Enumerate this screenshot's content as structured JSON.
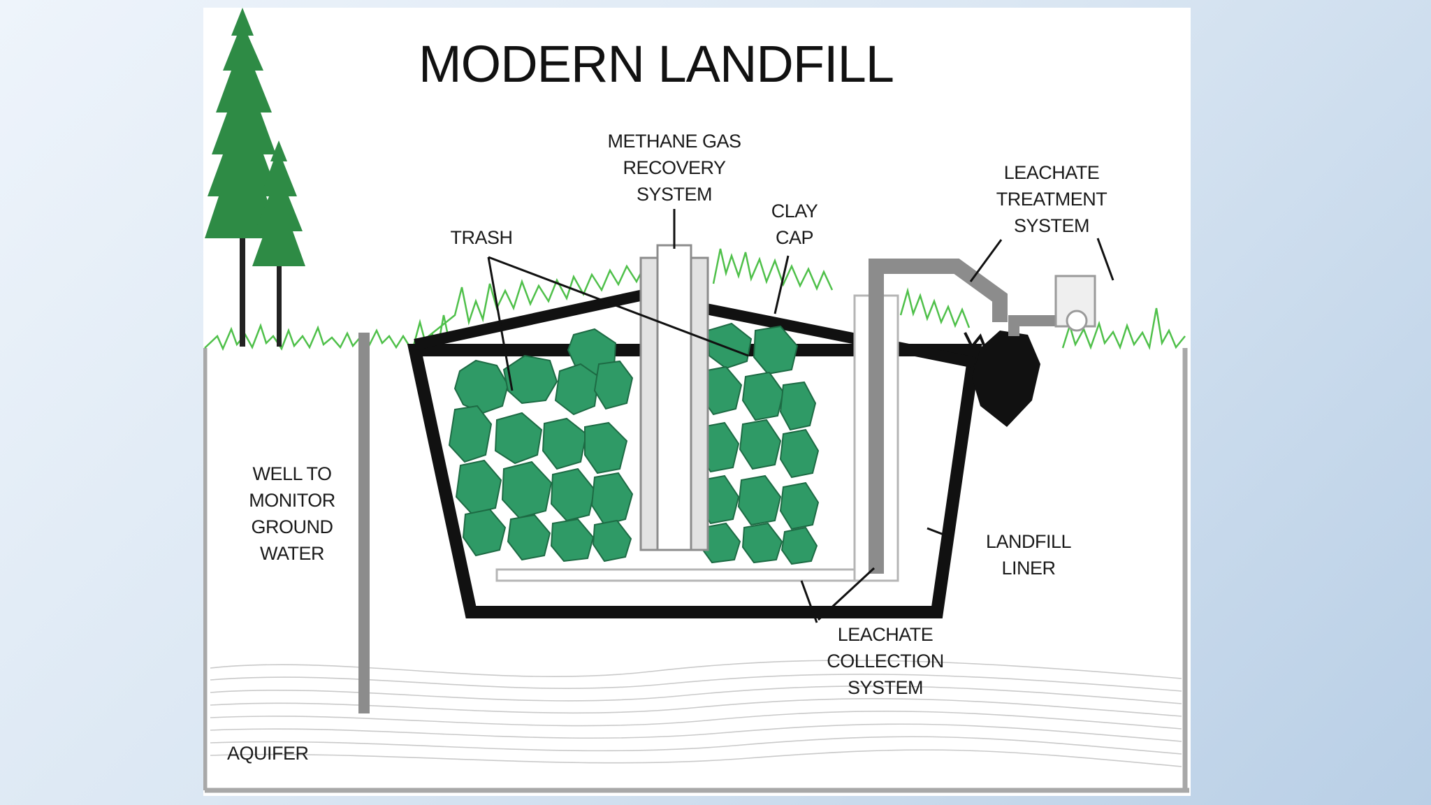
{
  "title": "MODERN LANDFILL",
  "labels": {
    "methane": [
      "METHANE GAS",
      "RECOVERY",
      "SYSTEM"
    ],
    "clay_cap": [
      "CLAY",
      "CAP"
    ],
    "trash": "TRASH",
    "leachate_treatment": [
      "LEACHATE",
      "TREATMENT",
      "SYSTEM"
    ],
    "well": [
      "WELL TO",
      "MONITOR",
      "GROUND",
      "WATER"
    ],
    "landfill_liner": [
      "LANDFILL",
      "LINER"
    ],
    "leachate_collection": [
      "LEACHATE",
      "COLLECTION",
      "SYSTEM"
    ],
    "aquifer": "AQUIFER"
  },
  "colors": {
    "grass": "#4fc04a",
    "tree": "#2e8b45",
    "trash": "#2f9a66",
    "liner": "#111111",
    "pipe": "#8c8c8c",
    "ground_line": "#a8a8a8"
  }
}
